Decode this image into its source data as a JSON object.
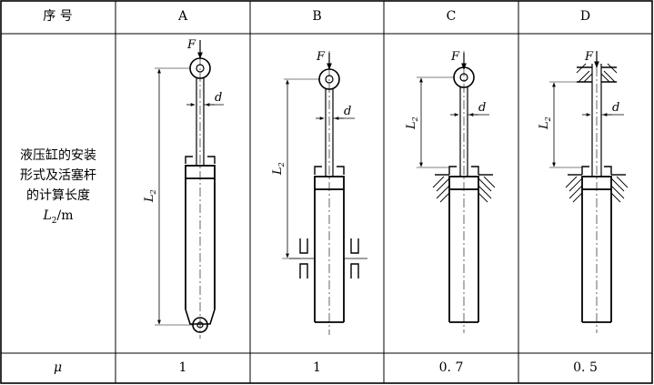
{
  "header": {
    "index_label": "序    号",
    "columns": [
      "A",
      "B",
      "C",
      "D"
    ]
  },
  "row_label": {
    "line1": "液压缸的安装",
    "line2": "形式及活塞杆",
    "line3": "的计算长度",
    "line4_symbol": "L",
    "line4_sub": "2",
    "line4_unit": "/m"
  },
  "diagram_labels": {
    "force": "F",
    "rod_diameter": "d",
    "length": "L",
    "length_sub": "2"
  },
  "mu_row": {
    "label": "μ",
    "values": [
      "1",
      "1",
      "0. 7",
      "0. 5"
    ]
  }
}
